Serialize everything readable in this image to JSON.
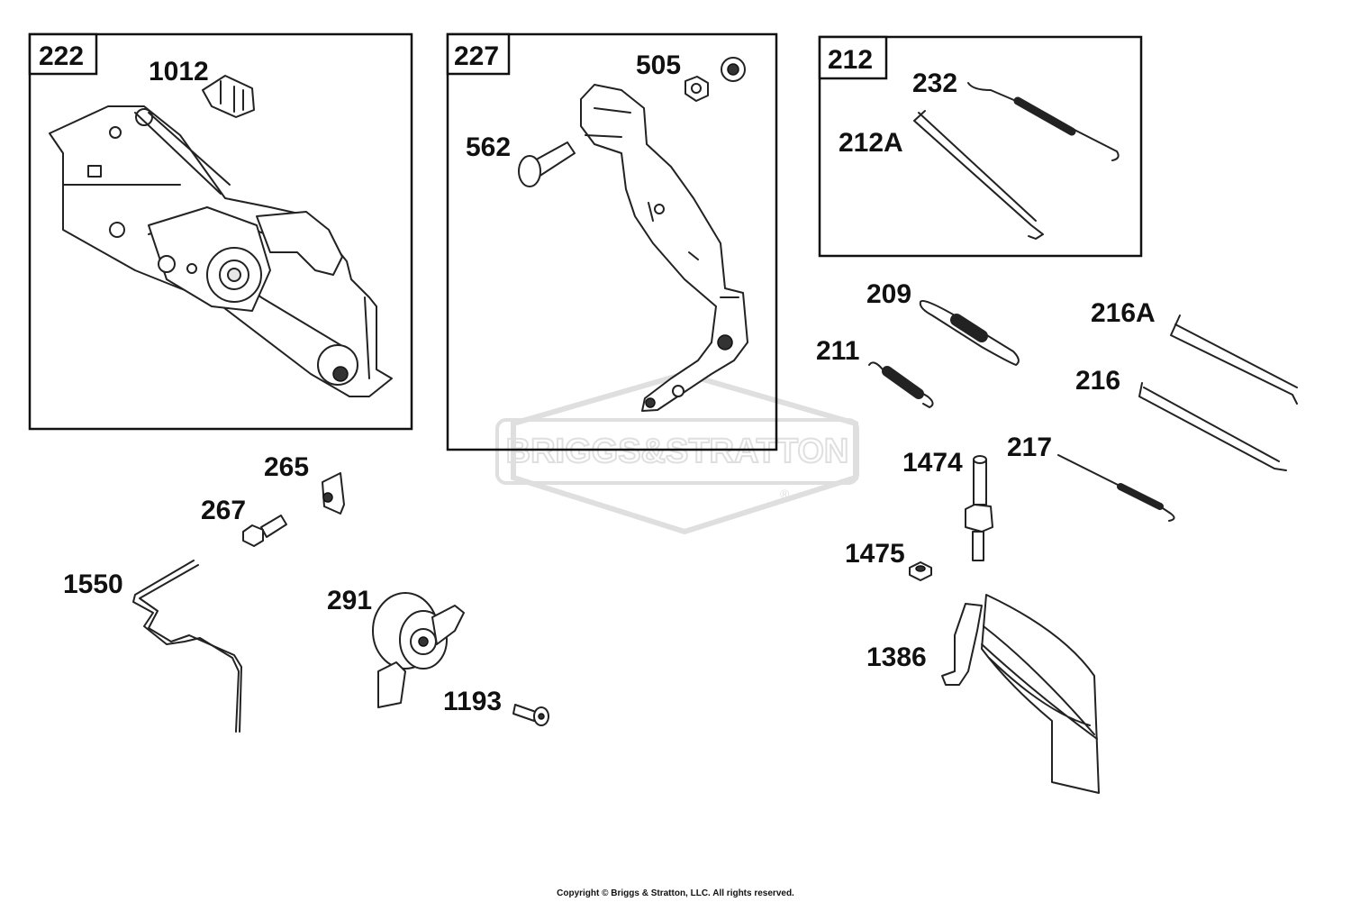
{
  "boxes": [
    {
      "id": "222",
      "label": "222"
    },
    {
      "id": "227",
      "label": "227"
    },
    {
      "id": "212",
      "label": "212"
    }
  ],
  "labels": {
    "l1012": "1012",
    "l505": "505",
    "l562": "562",
    "l232": "232",
    "l212A": "212A",
    "l209": "209",
    "l216A": "216A",
    "l211": "211",
    "l216": "216",
    "l217": "217",
    "l1474": "1474",
    "l265": "265",
    "l267": "267",
    "l1550": "1550",
    "l291": "291",
    "l1193": "1193",
    "l1475": "1475",
    "l1386": "1386"
  },
  "watermark": {
    "brand": "BRIGGS&STRATTON",
    "mark": "®"
  },
  "copyright": "Copyright © Briggs & Stratton, LLC. All rights reserved."
}
